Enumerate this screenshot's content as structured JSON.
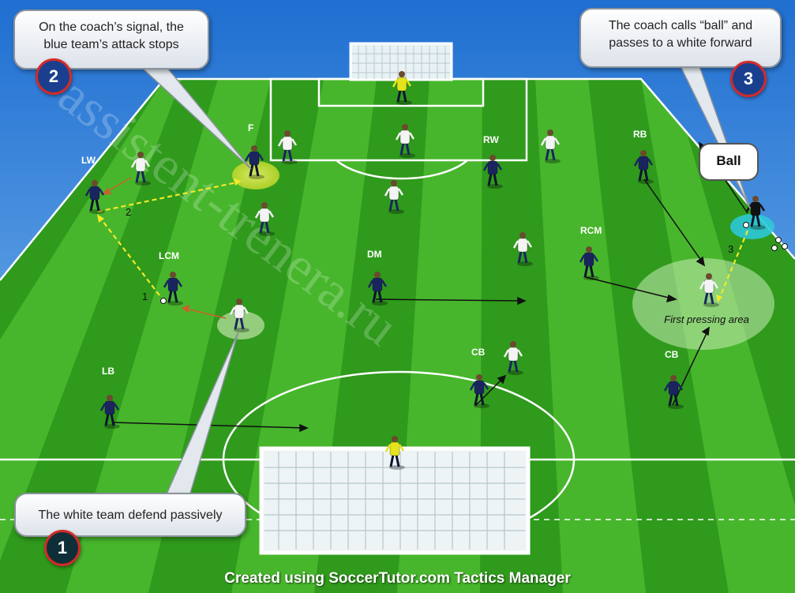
{
  "callouts": {
    "c1": "The white team defend passively",
    "c2_line1": "On the coach’s signal, the",
    "c2_line2": "blue team’s attack stops",
    "c3_line1": "The coach calls “ball” and",
    "c3_line2": "passes to a white forward"
  },
  "badges": {
    "b1": "1",
    "b2": "2",
    "b3": "3"
  },
  "ball_tag": "Ball",
  "pressing_area_label": "First pressing area",
  "position_labels": {
    "lw": "LW",
    "f": "F",
    "rw": "RW",
    "rb": "RB",
    "lcm": "LCM",
    "dm": "DM",
    "rcm": "RCM",
    "lb": "LB",
    "cb_left": "CB",
    "cb_right": "CB"
  },
  "pass_numbers": {
    "p1": "1",
    "p2": "2",
    "p3": "3"
  },
  "watermark": "assistent-trenera.ru",
  "credit": "Created using SoccerTutor.com Tactics Manager",
  "colors": {
    "sky": "#3a8fe0",
    "pitch_dark": "#2f9a1c",
    "pitch_light": "#47b62c",
    "blue_team": "#1a2560",
    "white_team": "#f4f4f4",
    "pass_line": "#f1e92a",
    "badge_border": "#d32a2a",
    "keeper_yellow": "#e4e31c"
  }
}
